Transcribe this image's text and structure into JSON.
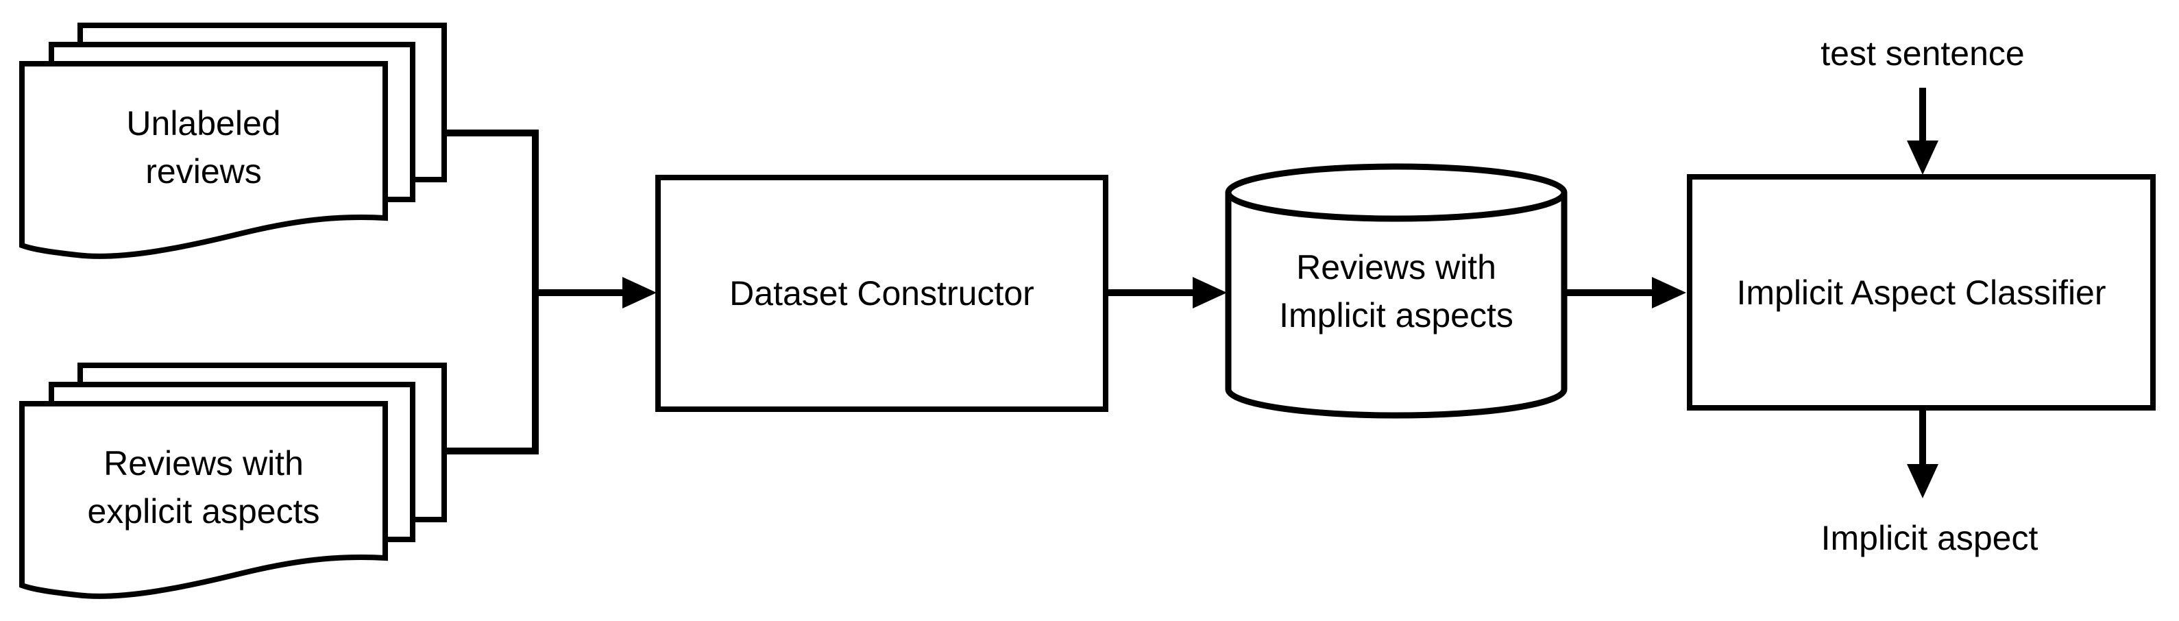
{
  "diagram": {
    "description": "Pipeline flowchart for implicit aspect classification",
    "colors": {
      "background": "#ffffff",
      "stroke": "#000000",
      "text": "#000000"
    },
    "nodes": {
      "unlabeled_reviews": {
        "shape": "document-stack",
        "lines": [
          "Unlabeled",
          "reviews"
        ]
      },
      "explicit_reviews": {
        "shape": "document-stack",
        "lines": [
          "Reviews with",
          "explicit aspects"
        ]
      },
      "dataset_constructor": {
        "shape": "process-box",
        "label": "Dataset Constructor"
      },
      "implicit_reviews_db": {
        "shape": "database-cylinder",
        "lines": [
          "Reviews with",
          "Implicit aspects"
        ]
      },
      "implicit_aspect_classifier": {
        "shape": "process-box",
        "label": "Implicit Aspect Classifier"
      },
      "test_sentence": {
        "shape": "text-label",
        "label": "test sentence"
      },
      "implicit_aspect": {
        "shape": "text-label",
        "label": "Implicit aspect"
      }
    },
    "edges": [
      {
        "from": "unlabeled_reviews",
        "to": "dataset_constructor",
        "type": "merged-arrow"
      },
      {
        "from": "explicit_reviews",
        "to": "dataset_constructor",
        "type": "merged-arrow"
      },
      {
        "from": "dataset_constructor",
        "to": "implicit_reviews_db",
        "type": "arrow"
      },
      {
        "from": "implicit_reviews_db",
        "to": "implicit_aspect_classifier",
        "type": "arrow"
      },
      {
        "from": "test_sentence",
        "to": "implicit_aspect_classifier",
        "type": "arrow-down"
      },
      {
        "from": "implicit_aspect_classifier",
        "to": "implicit_aspect",
        "type": "arrow-down"
      }
    ]
  }
}
